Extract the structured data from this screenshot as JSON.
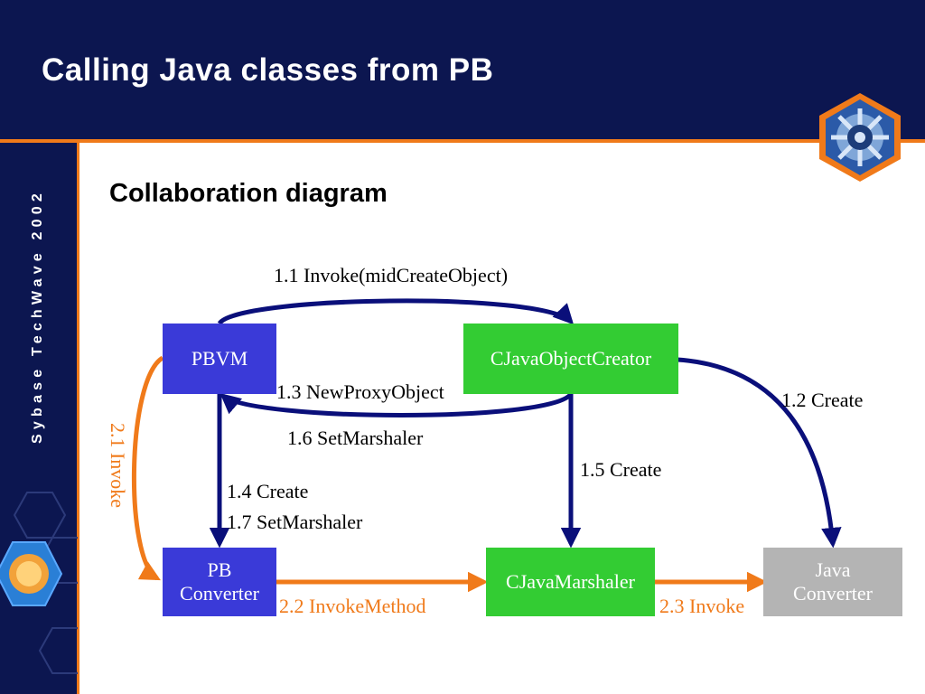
{
  "slide": {
    "title": "Calling Java classes from PB",
    "sidebar_text": "Sybase TechWave 2002",
    "subtitle": "Collaboration diagram"
  },
  "colors": {
    "navy": "#0c1650",
    "orange_accent": "#f07a1a",
    "arrow_navy": "#0a0f7a",
    "box_blue": "#3a3ad8",
    "box_green": "#33cc33",
    "box_gray": "#b4b4b4"
  },
  "icons": {
    "logo": "gear-hexagon-icon",
    "side_decoration": "hexagon-pattern-icon"
  },
  "nodes": {
    "pbvm": "PBVM",
    "cjava_object_creator": "CJavaObjectCreator",
    "pb_converter_line1": "PB",
    "pb_converter_line2": "Converter",
    "cjava_marshaler": "CJavaMarshaler",
    "java_converter_line1": "Java",
    "java_converter_line2": "Converter"
  },
  "edges": {
    "e1_1": "1.1 Invoke(midCreateObject)",
    "e1_2": "1.2 Create",
    "e1_3": "1.3 NewProxyObject",
    "e1_4": "1.4 Create",
    "e1_5": "1.5 Create",
    "e1_6": "1.6 SetMarshaler",
    "e1_7": "1.7 SetMarshaler",
    "e2_1": "2.1 Invoke",
    "e2_2": "2.2 InvokeMethod",
    "e2_3": "2.3 Invoke"
  }
}
